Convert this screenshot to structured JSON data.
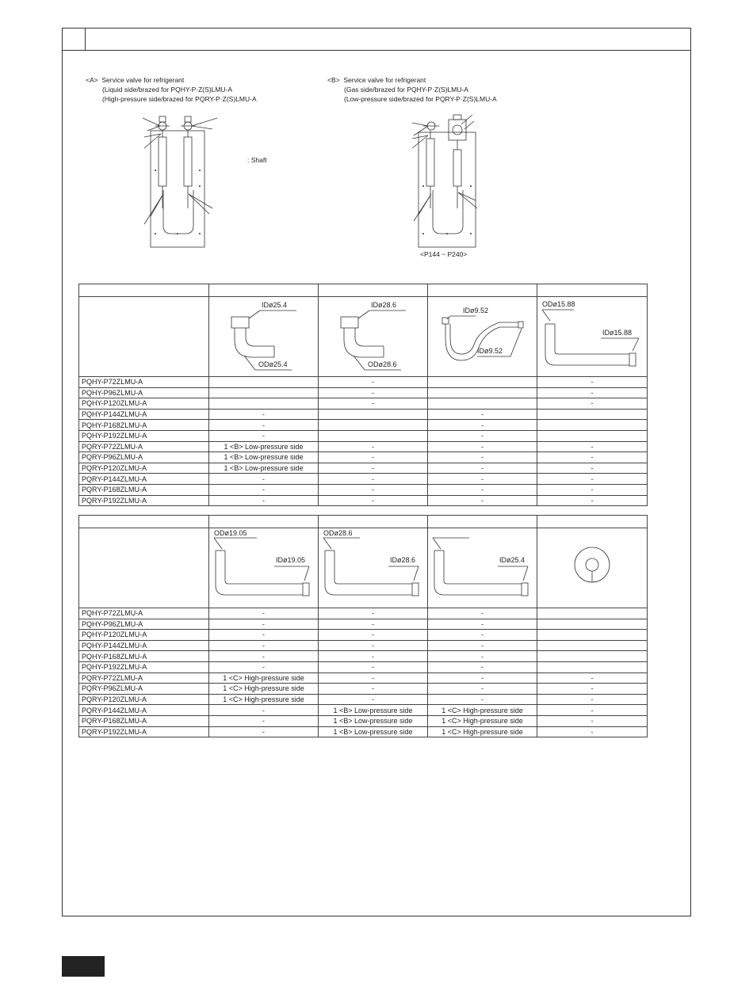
{
  "figures": {
    "a": {
      "tag": "<A>",
      "line1": "Service valve for refrigerant",
      "line2": "(Liquid side/brazed for PQHY-P·Z(S)LMU-A",
      "line3": "(High-pressure side/brazed for PQRY-P·Z(S)LMU-A"
    },
    "b": {
      "tag": "<B>",
      "line1": "Service valve for refrigerant",
      "line2": "(Gas side/brazed for PQHY-P·Z(S)LMU-A",
      "line3": "(Low-pressure side/brazed for PQRY-P·Z(S)LMU-A",
      "range": "<P144 ~ P240>"
    },
    "shaft_legend": ": Shaft"
  },
  "table1": {
    "images": [
      {
        "top": "IDø25.4",
        "bottom": "ODø25.4"
      },
      {
        "top": "IDø28.6",
        "bottom": "ODø28.6"
      },
      {
        "top": "IDø9.52",
        "bottom": "IDø9.52"
      },
      {
        "top": "ODø15.88",
        "bottom": "IDø15.88"
      }
    ],
    "rows": [
      {
        "model": "PQHY-P72ZLMU-A",
        "c": [
          "",
          "-",
          "",
          "-"
        ]
      },
      {
        "model": "PQHY-P96ZLMU-A",
        "c": [
          "",
          "-",
          "",
          "-"
        ]
      },
      {
        "model": "PQHY-P120ZLMU-A",
        "c": [
          "",
          "-",
          "",
          "-"
        ]
      },
      {
        "model": "PQHY-P144ZLMU-A",
        "c": [
          "-",
          "",
          "-",
          ""
        ]
      },
      {
        "model": "PQHY-P168ZLMU-A",
        "c": [
          "-",
          "",
          "-",
          ""
        ]
      },
      {
        "model": "PQHY-P192ZLMU-A",
        "c": [
          "-",
          "",
          "-",
          ""
        ]
      },
      {
        "model": "PQRY-P72ZLMU-A",
        "c": [
          "1 <B> Low-pressure side",
          "-",
          "-",
          "-"
        ]
      },
      {
        "model": "PQRY-P96ZLMU-A",
        "c": [
          "1 <B> Low-pressure side",
          "-",
          "-",
          "-"
        ]
      },
      {
        "model": "PQRY-P120ZLMU-A",
        "c": [
          "1 <B> Low-pressure side",
          "-",
          "-",
          "-"
        ]
      },
      {
        "model": "PQRY-P144ZLMU-A",
        "c": [
          "-",
          "-",
          "-",
          "-"
        ]
      },
      {
        "model": "PQRY-P168ZLMU-A",
        "c": [
          "-",
          "-",
          "-",
          "-"
        ]
      },
      {
        "model": "PQRY-P192ZLMU-A",
        "c": [
          "-",
          "-",
          "-",
          "-"
        ]
      }
    ]
  },
  "table2": {
    "images": [
      {
        "top": "ODø19.05",
        "bottom": "IDø19.05"
      },
      {
        "top": "ODø28.6",
        "bottom": "IDø28.6"
      },
      {
        "top": "",
        "bottom": "IDø25.4"
      },
      {
        "top": "",
        "bottom": ""
      }
    ],
    "rows": [
      {
        "model": "PQHY-P72ZLMU-A",
        "c": [
          "-",
          "-",
          "-",
          ""
        ]
      },
      {
        "model": "PQHY-P96ZLMU-A",
        "c": [
          "-",
          "-",
          "-",
          ""
        ]
      },
      {
        "model": "PQHY-P120ZLMU-A",
        "c": [
          "-",
          "-",
          "-",
          ""
        ]
      },
      {
        "model": "PQHY-P144ZLMU-A",
        "c": [
          "-",
          "-",
          "-",
          ""
        ]
      },
      {
        "model": "PQHY-P168ZLMU-A",
        "c": [
          "-",
          "-",
          "-",
          ""
        ]
      },
      {
        "model": "PQHY-P192ZLMU-A",
        "c": [
          "-",
          "-",
          "-",
          ""
        ]
      },
      {
        "model": "PQRY-P72ZLMU-A",
        "c": [
          "1 <C> High-pressure side",
          "-",
          "-",
          "-"
        ]
      },
      {
        "model": "PQRY-P96ZLMU-A",
        "c": [
          "1 <C> High-pressure side",
          "-",
          "-",
          "-"
        ]
      },
      {
        "model": "PQRY-P120ZLMU-A",
        "c": [
          "1 <C> High-pressure side",
          "-",
          "-",
          "-"
        ]
      },
      {
        "model": "PQRY-P144ZLMU-A",
        "c": [
          "-",
          "1 <B> Low-pressure side",
          "1 <C> High-pressure side",
          "-"
        ]
      },
      {
        "model": "PQRY-P168ZLMU-A",
        "c": [
          "-",
          "1 <B> Low-pressure side",
          "1 <C> High-pressure side",
          "-"
        ]
      },
      {
        "model": "PQRY-P192ZLMU-A",
        "c": [
          "-",
          "1 <B> Low-pressure side",
          "1 <C> High-pressure side",
          "-"
        ]
      }
    ]
  }
}
